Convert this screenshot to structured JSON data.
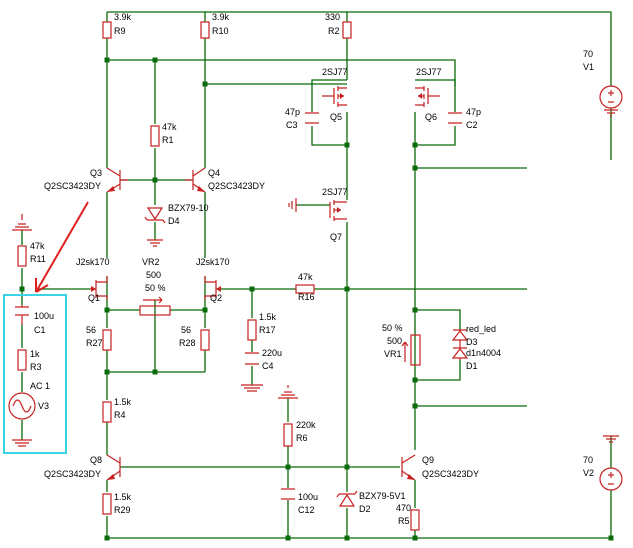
{
  "supply": {
    "v1": {
      "name": "V1",
      "value": "70"
    },
    "v2": {
      "name": "V2",
      "value": "70"
    }
  },
  "resistors": {
    "r9": {
      "name": "R9",
      "value": "3.9k"
    },
    "r10": {
      "name": "R10",
      "value": "3.9k"
    },
    "r2": {
      "name": "R2",
      "value": "330"
    },
    "r1": {
      "name": "R1",
      "value": "47k"
    },
    "r11": {
      "name": "R11",
      "value": "47k"
    },
    "r3": {
      "name": "R3",
      "value": "1k"
    },
    "r27": {
      "name": "R27",
      "value": "56"
    },
    "r28": {
      "name": "R28",
      "value": "56"
    },
    "r4": {
      "name": "R4",
      "value": "1.5k"
    },
    "r29": {
      "name": "R29",
      "value": "1.5k"
    },
    "r17": {
      "name": "R17",
      "value": "1.5k"
    },
    "r16": {
      "name": "R16",
      "value": "47k"
    },
    "r6": {
      "name": "R6",
      "value": "220k"
    },
    "r5": {
      "name": "R5",
      "value": "470"
    }
  },
  "capacitors": {
    "c3": {
      "name": "C3",
      "value": "47p"
    },
    "c2": {
      "name": "C2",
      "value": "47p"
    },
    "c1": {
      "name": "C1",
      "value": "100u"
    },
    "c4": {
      "name": "C4",
      "value": "220u"
    },
    "c12": {
      "name": "C12",
      "value": "100u"
    }
  },
  "transistors": {
    "q3": {
      "name": "Q3",
      "model": "Q2SC3423DY"
    },
    "q4": {
      "name": "Q4",
      "model": "Q2SC3423DY"
    },
    "q8": {
      "name": "Q8",
      "model": "Q2SC3423DY"
    },
    "q9": {
      "name": "Q9",
      "model": "Q2SC3423DY"
    },
    "q1": {
      "name": "Q1",
      "model": "J2sk170"
    },
    "q2": {
      "name": "Q2",
      "model": "J2sk170"
    },
    "q5": {
      "name": "Q5",
      "model": "2SJ77"
    },
    "q6": {
      "name": "Q6",
      "model": "2SJ77"
    },
    "q7": {
      "name": "Q7",
      "model": "2SJ77"
    }
  },
  "diodes": {
    "d4": {
      "name": "D4",
      "model": "BZX79-10"
    },
    "d2": {
      "name": "D2",
      "model": "BZX79-5V1"
    },
    "d3": {
      "name": "D3",
      "model": "red_led"
    },
    "d1": {
      "name": "D1",
      "model": "d1n4004"
    }
  },
  "pots": {
    "vr2": {
      "name": "VR2",
      "value": "500",
      "setting": "50 %"
    },
    "vr1": {
      "name": "VR1",
      "value": "500",
      "setting": "50 %"
    }
  },
  "source": {
    "v3": {
      "name": "V3",
      "value": "AC 1"
    }
  },
  "colors": {
    "wire": "#0a6b0a",
    "component": "#c62020",
    "highlight": "#3ad4e6",
    "arrow": "#e02020"
  }
}
